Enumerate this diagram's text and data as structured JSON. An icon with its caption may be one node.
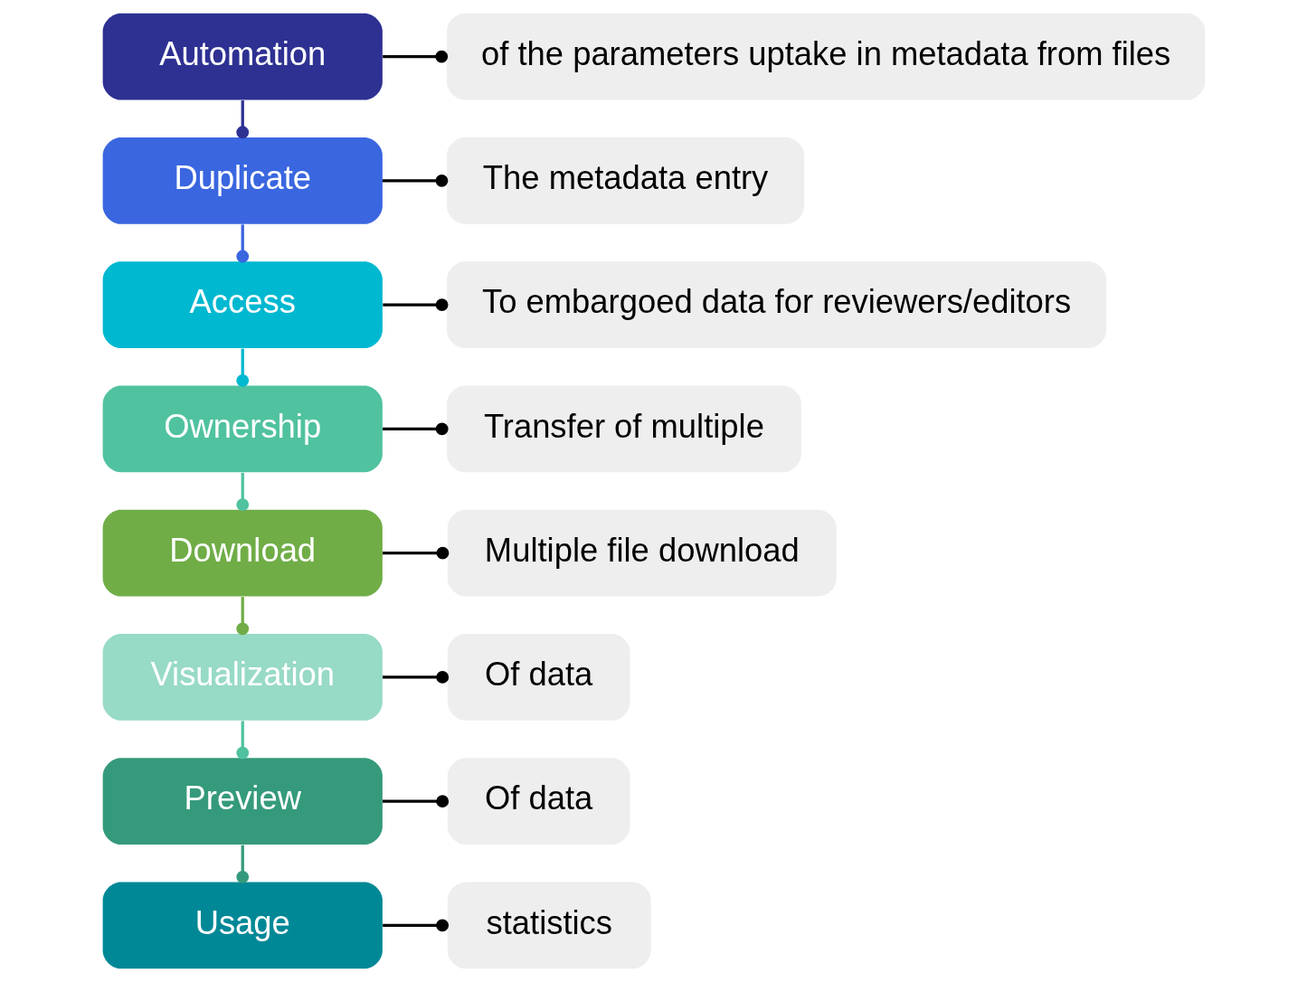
{
  "diagram": {
    "nodes": [
      {
        "text": [
          "Automation"
        ]
      },
      {
        "text": [
          "of the parameters uptake in metadata from files"
        ]
      },
      {
        "text": [
          "Duplicate"
        ]
      },
      {
        "text": [
          "The metadata entry"
        ]
      },
      {
        "text": [
          "Access"
        ]
      },
      {
        "text": [
          "To embargoed data for reviewers/editors"
        ]
      },
      {
        "text": [
          "Ownership"
        ]
      },
      {
        "text": [
          "Transfer of multiple"
        ]
      },
      {
        "text": [
          "Download"
        ]
      },
      {
        "text": [
          "Multiple file download"
        ]
      },
      {
        "text": [
          "Visualization"
        ]
      },
      {
        "text": [
          "Of data"
        ]
      },
      {
        "text": [
          "Preview"
        ]
      },
      {
        "text": [
          "Of data"
        ]
      },
      {
        "text": [
          "Usage"
        ]
      },
      {
        "text": [
          "statistics"
        ]
      }
    ],
    "edges": [
      {
        "from": 0,
        "to": 1,
        "arrow": "other"
      },
      {
        "from": 0,
        "to": 2,
        "arrow": "other",
        "color": "#2e3192"
      },
      {
        "from": 2,
        "to": 3,
        "arrow": "other"
      },
      {
        "from": 2,
        "to": 4,
        "arrow": "other",
        "color": "#3a66e0"
      },
      {
        "from": 4,
        "to": 5,
        "arrow": "other"
      },
      {
        "from": 4,
        "to": 6,
        "arrow": "other",
        "color": "#00b8d0"
      },
      {
        "from": 6,
        "to": 7,
        "arrow": "other"
      },
      {
        "from": 6,
        "to": 8,
        "arrow": "other",
        "color": "#50c2a0"
      },
      {
        "from": 8,
        "to": 9,
        "arrow": "other"
      },
      {
        "from": 8,
        "to": 10,
        "arrow": "other",
        "color": "#70ad47"
      },
      {
        "from": 10,
        "to": 11,
        "arrow": "other"
      },
      {
        "from": 10,
        "to": 12,
        "arrow": "other",
        "color": "#50c2a0"
      },
      {
        "from": 12,
        "to": 13,
        "arrow": "other"
      },
      {
        "from": 12,
        "to": 14,
        "arrow": "other",
        "color": "#359a7c"
      },
      {
        "from": 14,
        "to": 15,
        "arrow": "other"
      }
    ]
  }
}
